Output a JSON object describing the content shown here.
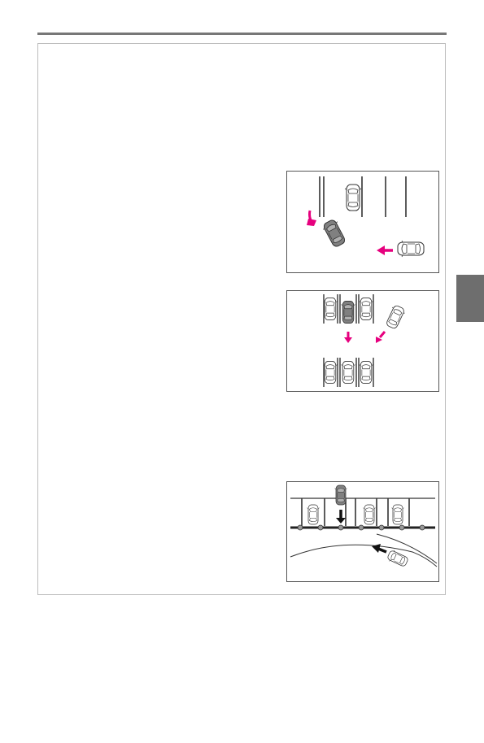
{
  "page": {
    "header_rule": "section-divider",
    "side_tab": "chapter-index-tab"
  },
  "figures": [
    {
      "id": "fig1",
      "depicts": "reverse-parking-into-space",
      "arrow_color": "#e6007e"
    },
    {
      "id": "fig2",
      "depicts": "parking-between-vehicles",
      "arrow_color": "#e6007e"
    },
    {
      "id": "fig3",
      "depicts": "parking-near-curved-road",
      "arrow_color": "#111111"
    }
  ],
  "colors": {
    "accent": "#e6007e",
    "tab": "#6e6e6e",
    "rule": "#777777",
    "car_highlight": "#808080"
  }
}
